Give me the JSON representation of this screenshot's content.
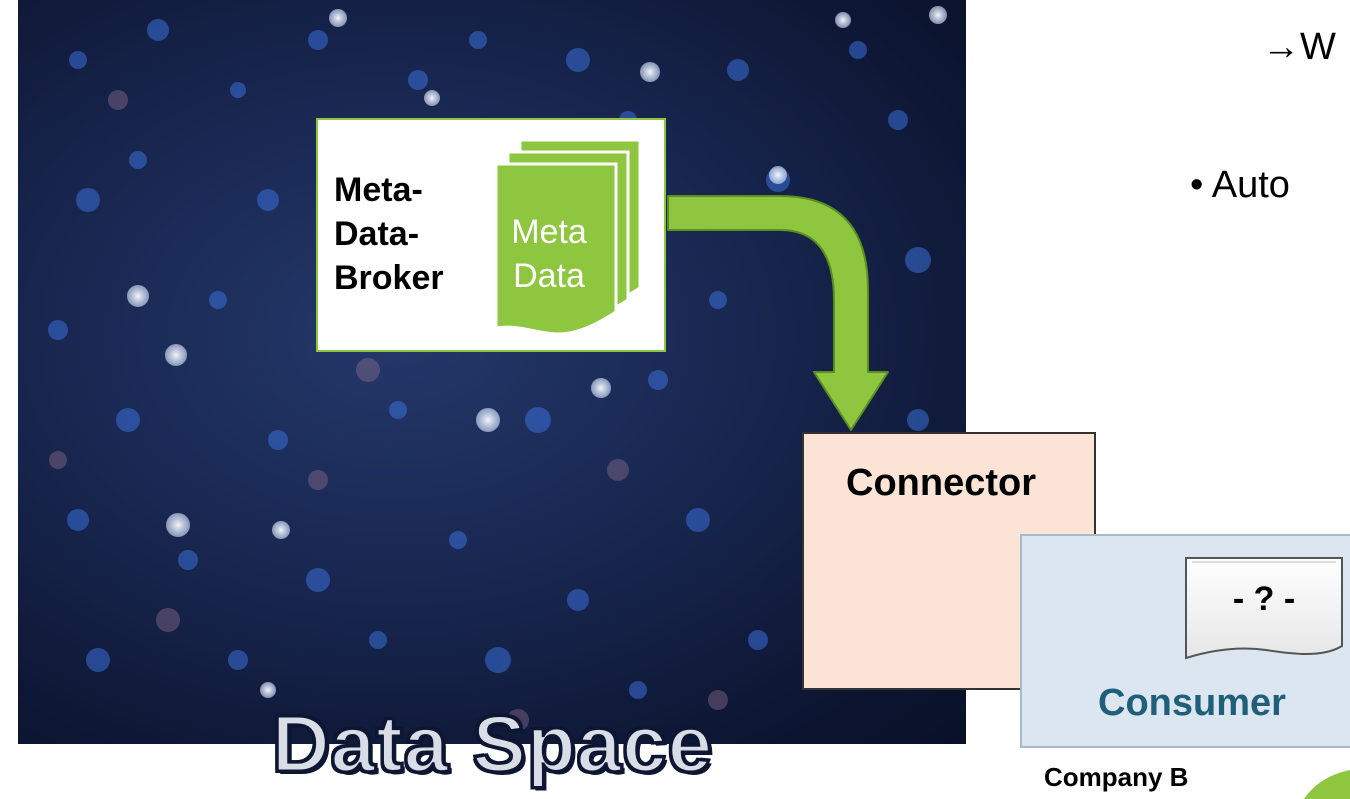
{
  "broker": {
    "label_lines": [
      "Meta-",
      "Data-",
      "Broker"
    ],
    "doc_lines": [
      "Meta",
      "Data"
    ]
  },
  "connector": {
    "label": "Connector"
  },
  "consumer": {
    "label": "Consumer",
    "scroll_text": "- ? -",
    "company": "Company B"
  },
  "right_text": {
    "line1": "→W",
    "line2": "• Auto"
  },
  "title": "Data Space",
  "colors": {
    "arrow_green": "#8ec63f",
    "doc_green": "#8ec63f",
    "connector_fill": "#fbe4d6",
    "consumer_fill": "#dbe6f1",
    "consumer_text": "#1f5f7a"
  }
}
